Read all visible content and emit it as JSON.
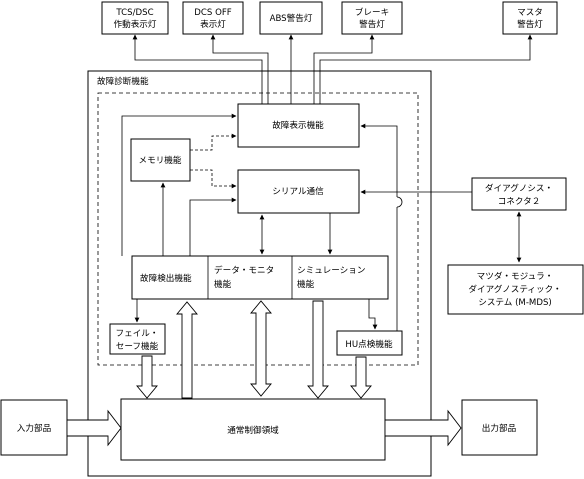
{
  "lamps": {
    "tcs_line1": "TCS/DSC",
    "tcs_line2": "作動表示灯",
    "dcs_line1": "DCS OFF",
    "dcs_line2": "表示灯",
    "abs": "ABS警告灯",
    "brake_line1": "ブレーキ",
    "brake_line2": "警告灯",
    "master_line1": "マスタ",
    "master_line2": "警告灯"
  },
  "diagnosis": {
    "title": "故障診断機能",
    "fault_display": "故障表示機能",
    "memory": "メモリ機能",
    "serial": "シリアル通信",
    "fault_detect": "故障検出機能",
    "data_monitor_line1": "データ・モニタ",
    "data_monitor_line2": "機能",
    "simulation_line1": "シミュレーション",
    "simulation_line2": "機能",
    "failsafe_line1": "フェイル・",
    "failsafe_line2": "セーフ機能",
    "hu_check": "HU点検機能"
  },
  "external": {
    "connector_line1": "ダイアグノシス・",
    "connector_line2": "コネクタ２",
    "mmds_line1": "マツダ・モジュラ・",
    "mmds_line2": "ダイアグノスティック・",
    "mmds_line3": "システム (M-MDS)",
    "input_parts": "入力部品",
    "output_parts": "出力部品"
  },
  "control": {
    "normal_control": "通常制御領域"
  }
}
